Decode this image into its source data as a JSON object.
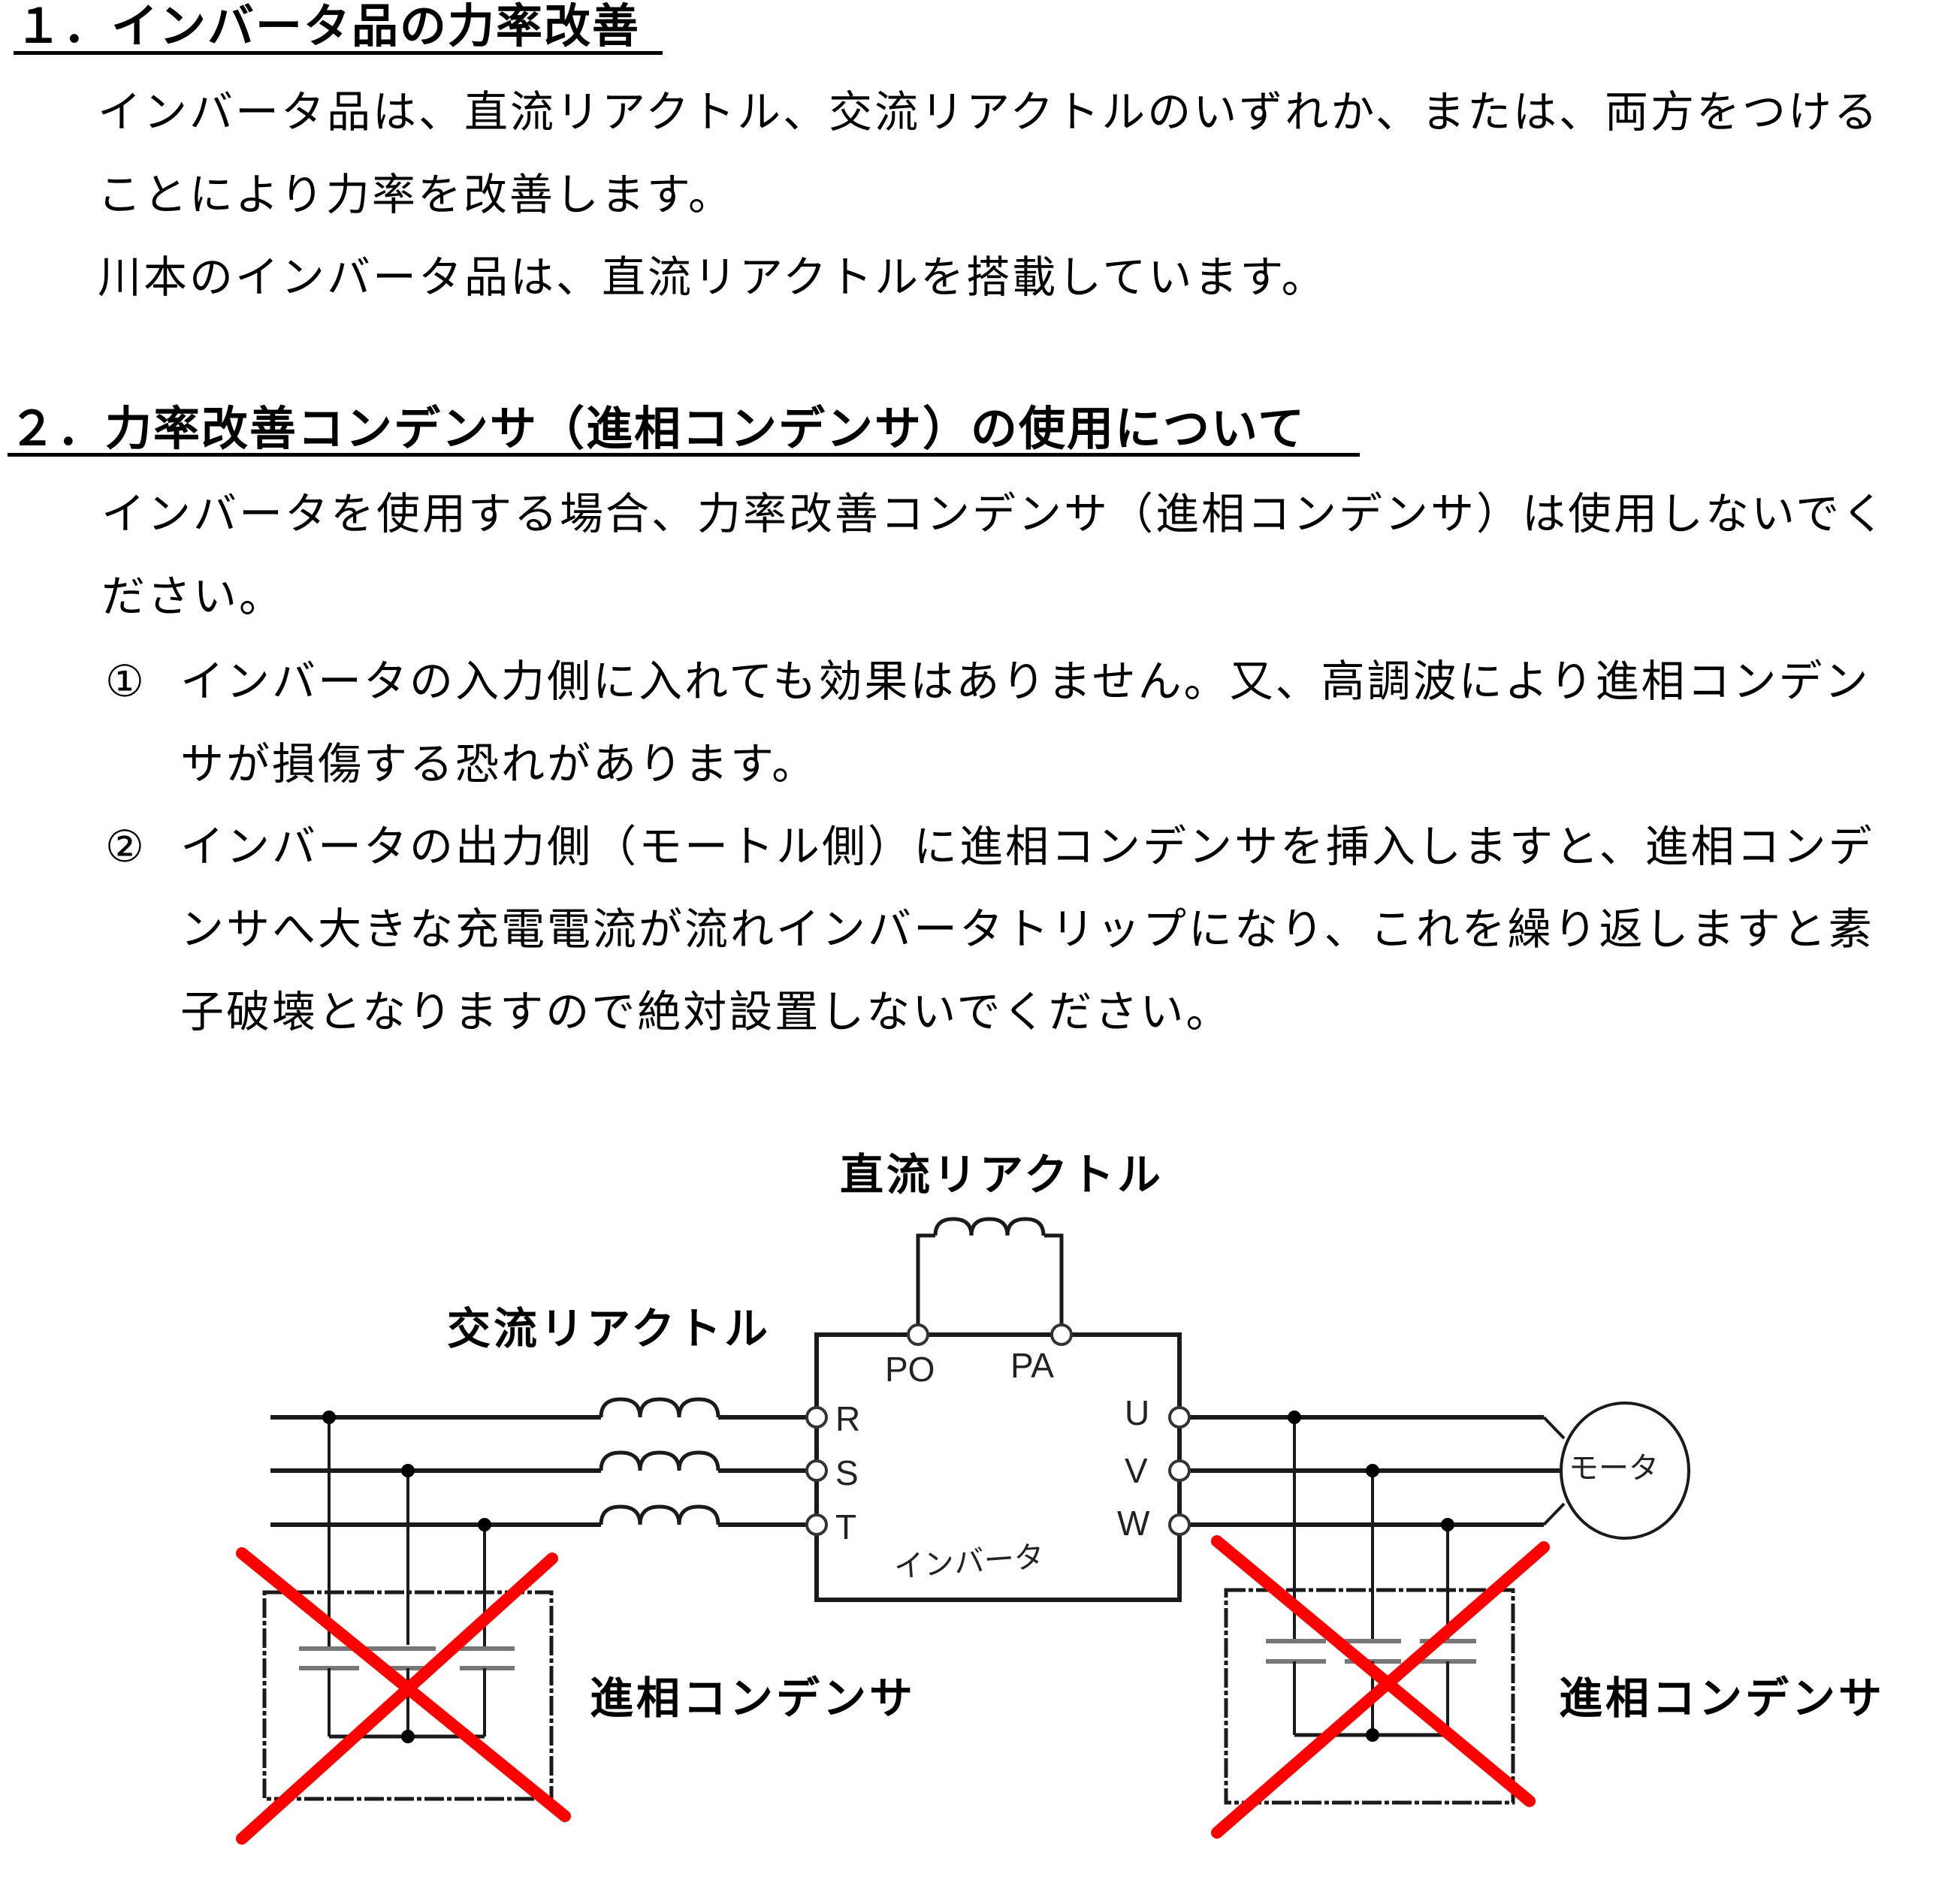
{
  "section1": {
    "heading": "１．インバータ品の力率改善",
    "lines": [
      "インバータ品は、直流リアクトル、交流リアクトルのいずれか、または、両方をつける",
      "ことにより力率を改善します。",
      "川本のインバータ品は、直流リアクトルを搭載しています。"
    ]
  },
  "section2": {
    "heading": "２．力率改善コンデンサ（進相コンデンサ）の使用について",
    "intro_lines": [
      "インバータを使用する場合、力率改善コンデンサ（進相コンデンサ）は使用しないでく",
      "ださい。"
    ],
    "items": [
      {
        "marker": "①",
        "lines": [
          "インバータの入力側に入れても効果はありません。又、高調波により進相コンデン",
          "サが損傷する恐れがあります。"
        ]
      },
      {
        "marker": "②",
        "lines": [
          "インバータの出力側（モートル側）に進相コンデンサを挿入しますと、進相コンデ",
          "ンサへ大きな充電電流が流れインバータトリップになり、これを繰り返しますと素",
          "子破壊となりますので絶対設置しないでください。"
        ]
      }
    ]
  },
  "diagram": {
    "dc_reactor_label": "直流リアクトル",
    "ac_reactor_label": "交流リアクトル",
    "inverter_label": "インバータ",
    "motor_label": "モータ",
    "input_capacitor_label": "進相コンデンサ",
    "output_capacitor_label": "進相コンデンサ",
    "terminals": {
      "dc": [
        "PO",
        "PA"
      ],
      "input": [
        "R",
        "S",
        "T"
      ],
      "output": [
        "U",
        "V",
        "W"
      ]
    },
    "colors": {
      "wire": "#1a1a1a",
      "prohibited_mark": "#ff0000"
    }
  }
}
